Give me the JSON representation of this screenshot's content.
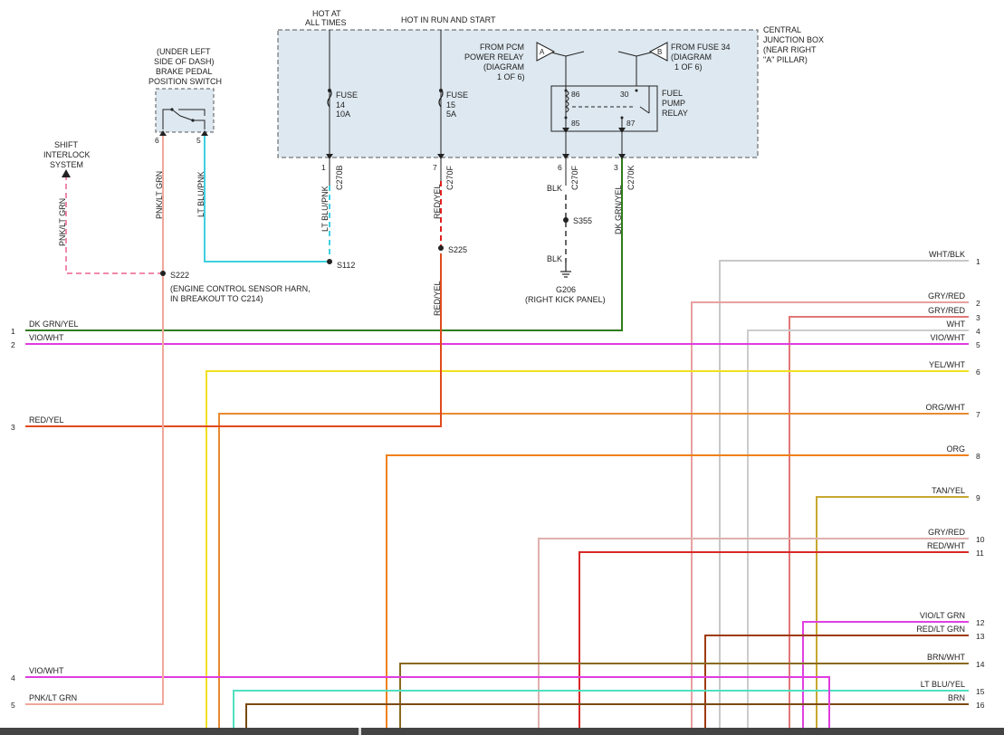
{
  "labels": {
    "hot_all_times_1": "HOT AT",
    "hot_all_times_2": "ALL TIMES",
    "hot_run_start": "HOT IN RUN AND START",
    "cjb_1": "CENTRAL",
    "cjb_2": "JUNCTION BOX",
    "cjb_3": "(NEAR RIGHT",
    "cjb_4": "\"A\" PILLAR)",
    "pcm_1": "FROM PCM",
    "pcm_2": "POWER RELAY",
    "pcm_3": "(DIAGRAM",
    "pcm_4": "1 OF 6)",
    "fuse34_1": "FROM FUSE 34",
    "fuse34_2": "(DIAGRAM",
    "fuse34_3": "1 OF 6)",
    "conn_a": "A",
    "conn_b": "B",
    "fuse14_1": "FUSE",
    "fuse14_2": "14",
    "fuse14_3": "10A",
    "fuse15_1": "FUSE",
    "fuse15_2": "15",
    "fuse15_3": "5A",
    "relay_1": "FUEL",
    "relay_2": "PUMP",
    "relay_3": "RELAY",
    "relay_pin86": "86",
    "relay_pin85": "85",
    "relay_pin30": "30",
    "relay_pin87": "87",
    "bpp_1": "(UNDER LEFT",
    "bpp_2": "SIDE OF DASH)",
    "bpp_3": "BRAKE PEDAL",
    "bpp_4": "POSITION SWITCH",
    "bpp_pin6": "6",
    "bpp_pin5": "5",
    "shift_1": "SHIFT",
    "shift_2": "INTERLOCK",
    "shift_3": "SYSTEM",
    "c270b_pin": "1",
    "c270b": "C270B",
    "c270f_pin": "7",
    "c270f": "C270F",
    "c270f2_pin": "6",
    "c270f2": "C270F",
    "c270k_pin": "3",
    "c270k": "C270K",
    "w_pnk_ltgrn_shift": "PNK/LT GRN",
    "w_pnk_ltgrn_switch": "PNK/LT GRN",
    "w_ltblu_pnk_switch": "LT BLU/PNK",
    "w_ltblu_pnk_fuse": "LT BLU/PNK",
    "w_red_yel_top": "RED/YEL",
    "w_red_yel_bottom": "RED/YEL",
    "w_dkgrn_yel": "DK GRN/YEL",
    "w_blk_1": "BLK",
    "w_blk_2": "BLK",
    "s355": "S355",
    "g206_1": "G206",
    "g206_2": "(RIGHT KICK PANEL)",
    "s112": "S112",
    "s225": "S225",
    "s222_1": "S222",
    "s222_2": "(ENGINE CONTROL SENSOR HARN,",
    "s222_3": "IN BREAKOUT TO C214)"
  },
  "left_pins": [
    {
      "pin": "1",
      "color": "DK GRN/YEL"
    },
    {
      "pin": "2",
      "color": "VIO/WHT"
    },
    {
      "pin": "3",
      "color": "RED/YEL"
    },
    {
      "pin": "4",
      "color": "VIO/WHT"
    },
    {
      "pin": "5",
      "color": "PNK/LT GRN"
    }
  ],
  "right_pins": [
    {
      "pin": "1",
      "color": "WHT/BLK"
    },
    {
      "pin": "2",
      "color": "GRY/RED"
    },
    {
      "pin": "3",
      "color": "GRY/RED"
    },
    {
      "pin": "4",
      "color": "WHT"
    },
    {
      "pin": "5",
      "color": "VIO/WHT"
    },
    {
      "pin": "6",
      "color": "YEL/WHT"
    },
    {
      "pin": "7",
      "color": "ORG/WHT"
    },
    {
      "pin": "8",
      "color": "ORG"
    },
    {
      "pin": "9",
      "color": "TAN/YEL"
    },
    {
      "pin": "10",
      "color": "GRY/RED"
    },
    {
      "pin": "11",
      "color": "RED/WHT"
    },
    {
      "pin": "12",
      "color": "VIO/LT GRN"
    },
    {
      "pin": "13",
      "color": "RED/LT GRN"
    },
    {
      "pin": "14",
      "color": "BRN/WHT"
    },
    {
      "pin": "15",
      "color": "LT BLU/YEL"
    },
    {
      "pin": "16",
      "color": "BRN"
    }
  ],
  "wire_colors": {
    "dk_grn_yel": "#2e7d1a",
    "vio_wht": "#e03ce0",
    "red_yel": "#e04a1c",
    "pnk_lt_grn": "#f0a89a",
    "lt_blu_pnk": "#3fd0e0",
    "pnk_dashed": "#f08aa8",
    "red_dashed": "#e02020",
    "wht_blk": "#c8c8c8",
    "gry_red": "#e8a0a0",
    "gry_red_3": "#e07878",
    "wht": "#cccccc",
    "yel_wht": "#f0e020",
    "org_wht": "#e88a30",
    "org": "#f08018",
    "tan_yel": "#c8a830",
    "gry_red_10": "#e0b0b0",
    "red_wht": "#d82828",
    "vio_lt_grn": "#e040e0",
    "red_lt_grn": "#a03a0a",
    "brn_wht": "#8a6a20",
    "lt_blu_yel": "#50e0c0",
    "brn": "#7a4a10",
    "box_fill": "#dde8f0"
  }
}
